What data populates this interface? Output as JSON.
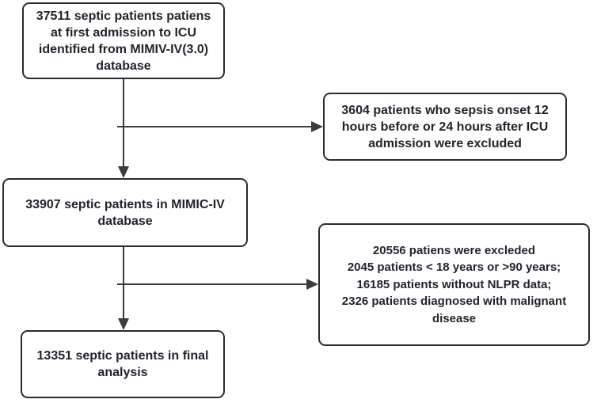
{
  "figure": {
    "type": "patient-selection-flowchart",
    "background_color": "#ffffff",
    "box_border_color": "#2b2b2b",
    "text_color": "#23232b",
    "arrow_color": "#3c3c3c"
  },
  "flowchart": {
    "boxes": [
      {
        "id": "initial-cohort",
        "text": "37511 septic patients patiens\nat first admission to ICU\nidentified from MIMIV-IV(3.0)\ndatabase"
      },
      {
        "id": "exclusion-1",
        "text": "3604 patients who sepsis onset 12\nhours before or 24 hours after ICU\nadmission were excluded"
      },
      {
        "id": "mimic-cohort",
        "text": "33907 septic patients in MIMIC-IV\ndatabase"
      },
      {
        "id": "exclusion-2",
        "text": "20556 patiens were excleded\n2045 patients < 18 years or >90 years;\n16185 patients without NLPR data;\n2326 patients diagnosed with malignant\ndisease"
      },
      {
        "id": "final-analysis",
        "text": "13351 septic patients in final\nanalysis"
      }
    ]
  }
}
